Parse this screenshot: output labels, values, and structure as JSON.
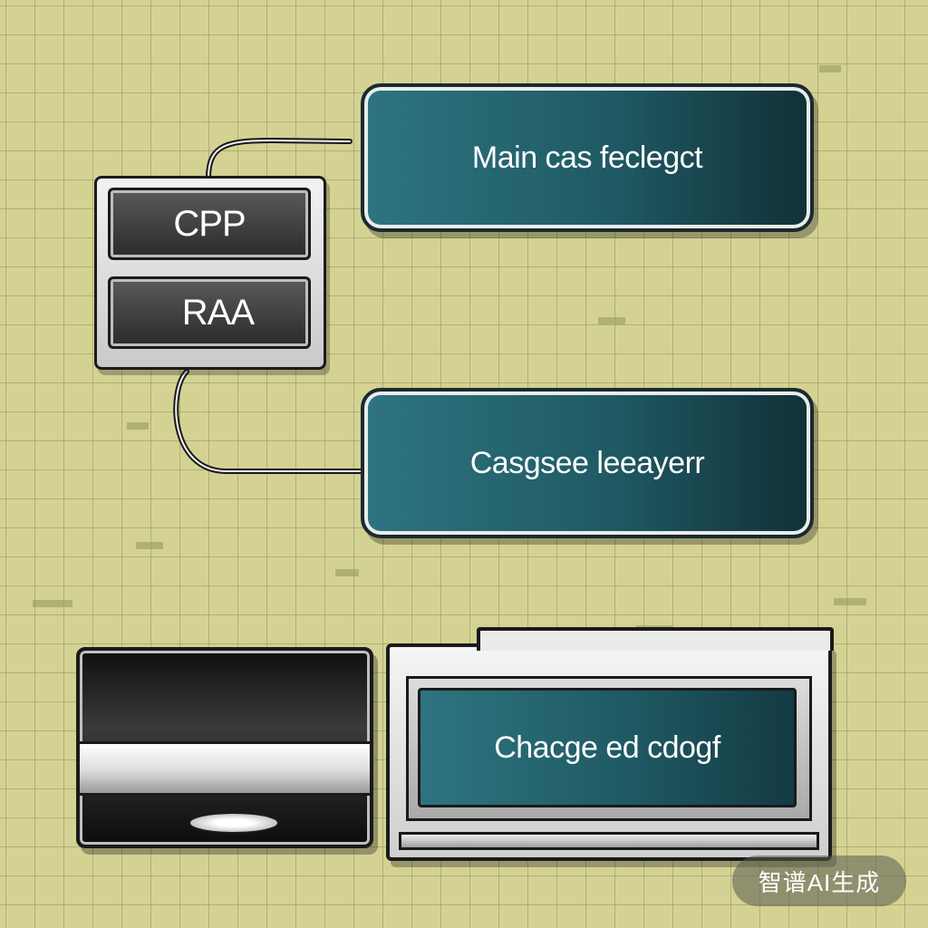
{
  "module": {
    "cpu_label": "CPP",
    "ram_label": "RAA"
  },
  "panels": [
    {
      "label": "Main cas feclegct"
    },
    {
      "label": "Casgsee leeayerr"
    }
  ],
  "device": {
    "label": "Chacge ed cdogf"
  },
  "watermark": "智谱AI生成",
  "colors": {
    "background": "#d4d293",
    "panel_teal": "#1f5a64",
    "chip_dark": "#2a2a2a"
  }
}
